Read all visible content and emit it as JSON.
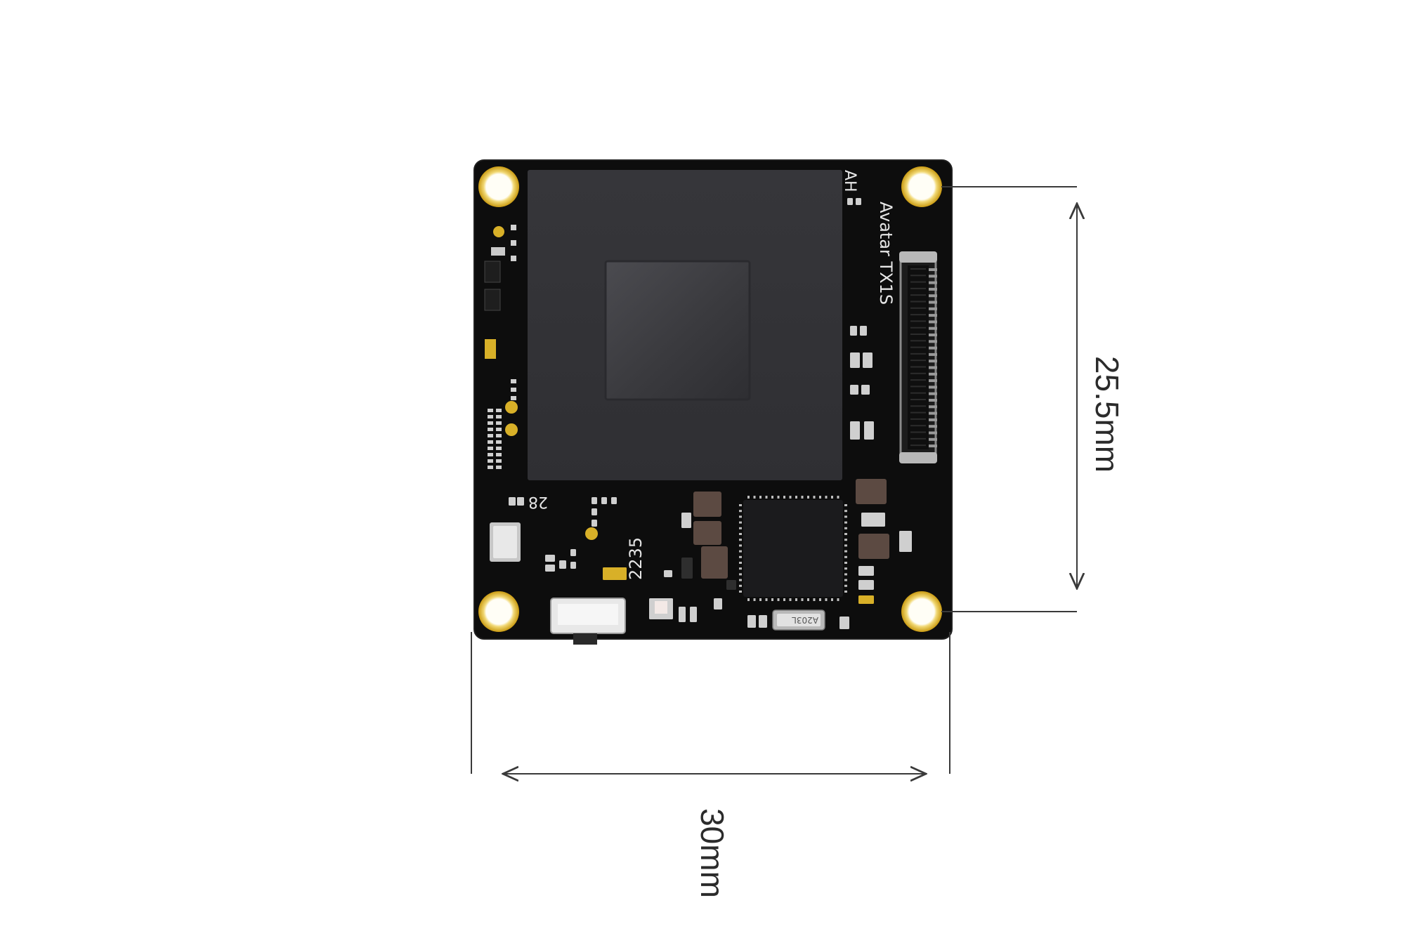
{
  "board": {
    "model_label": "Avatar TX1S",
    "corner_code": "AH",
    "date_code": "2235",
    "ref_code": "28",
    "crystal_marking": "A203L",
    "colors": {
      "pcb": "#0d0d0d",
      "shield": "#323236",
      "sensor": "#47474b",
      "pad_gold": "#d8b028",
      "silkscreen": "#e6e6e6"
    }
  },
  "dimensions": {
    "height_label": "25.5mm",
    "width_label": "30mm",
    "line_color": "#3a3a3a"
  }
}
